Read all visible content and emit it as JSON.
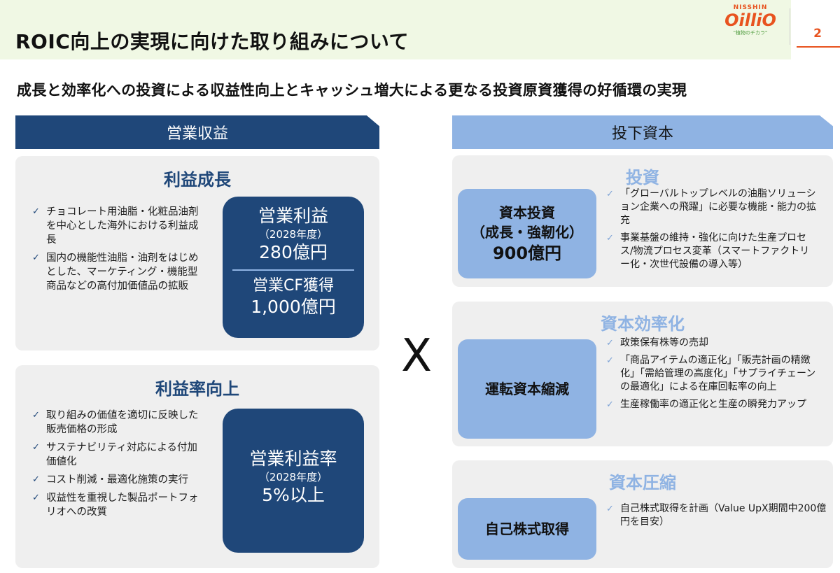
{
  "header": {
    "title": "ROIC向上の実現に向けた取り組みについて",
    "logo_brand": "NISSHIN",
    "logo_main": "OilliO",
    "logo_tagline": "\"植物のチカラ\"",
    "page_number": "2"
  },
  "subtitle": "成長と効率化への投資による収益性向上とキャッシュ増大による更なる投資原資獲得の好循環の実現",
  "operating_profit": {
    "band_label": "営業収益",
    "profit_growth": {
      "title": "利益成長",
      "bullets": [
        "チョコレート用油脂・化粧品油剤を中心とした海外における利益成長",
        "国内の機能性油脂・油剤をはじめとした、マーケティング・機能型商品などの高付加価値品の拡販"
      ],
      "kpi": {
        "label1": "営業利益",
        "year1": "（2028年度）",
        "value1": "280億円",
        "label2": "営業CF獲得",
        "value2": "1,000億円"
      }
    },
    "margin_improvement": {
      "title": "利益率向上",
      "bullets": [
        "取り組みの価値を適切に反映した販売価格の形成",
        "サステナビリティ対応による付加価値化",
        "コスト削減・最適化施策の実行",
        "収益性を重視した製品ポートフォリオへの改質"
      ],
      "kpi": {
        "label": "営業利益率",
        "year": "（2028年度）",
        "value": "5%以上"
      }
    }
  },
  "operator": "X",
  "invested_capital": {
    "band_label": "投下資本",
    "investment": {
      "title": "投資",
      "box_line1": "資本投資",
      "box_line2": "（成長・強靭化）",
      "box_line3": "900億円",
      "bullets": [
        "「グローバルトップレベルの油脂ソリューション企業への飛躍」に必要な機能・能力の拡充",
        "事業基盤の維持・強化に向けた生産プロセス/物流プロセス変革（スマートファクトリー化・次世代設備の導入等）"
      ]
    },
    "capital_efficiency": {
      "title": "資本効率化",
      "box_line1": "運転資本縮減",
      "bullets": [
        "政策保有株等の売却",
        "「商品アイテムの適正化」「販売計画の精緻化」「需給管理の高度化」「サプライチェーンの最適化」による在庫回転率の向上",
        "生産稼働率の適正化と生産の瞬発力アップ"
      ]
    },
    "capital_compression": {
      "title": "資本圧縮",
      "box_line1": "自己株式取得",
      "bullets": [
        "自己株式取得を計画（Value UpX期間中200億円を目安）"
      ]
    }
  },
  "colors": {
    "navy": "#1f4779",
    "light_blue": "#8fb3e3",
    "panel_gray": "#efefef",
    "header_green": "#f0f8e4",
    "accent_orange": "#e8531f"
  },
  "icons": {
    "bullet": "check-icon"
  }
}
